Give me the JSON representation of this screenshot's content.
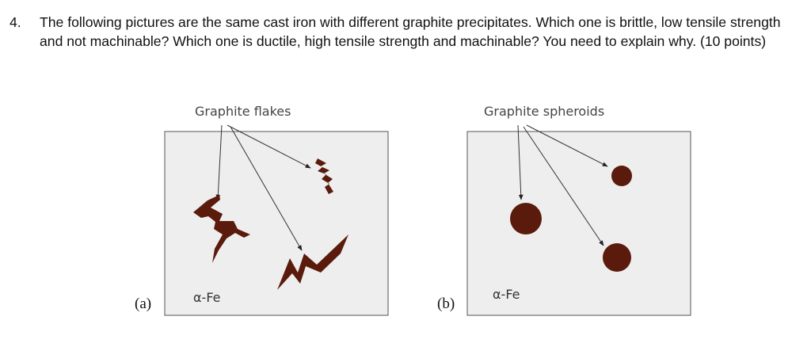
{
  "question": {
    "number": "4.",
    "text": "The following pictures are the same cast iron with different graphite precipitates. Which one is brittle, low tensile strength and not machinable? Which one is ductile, high tensile strength and machinable? You need to explain why. (10 points)"
  },
  "figure": {
    "panel_a": {
      "label": "(a)",
      "caption": "Graphite flakes",
      "phase_label": "α-Fe"
    },
    "panel_b": {
      "label": "(b)",
      "caption": "Graphite spheroids",
      "phase_label": "α-Fe"
    },
    "colors": {
      "graphite": "#5a1a0c",
      "matrix": "#eeeeee"
    }
  }
}
